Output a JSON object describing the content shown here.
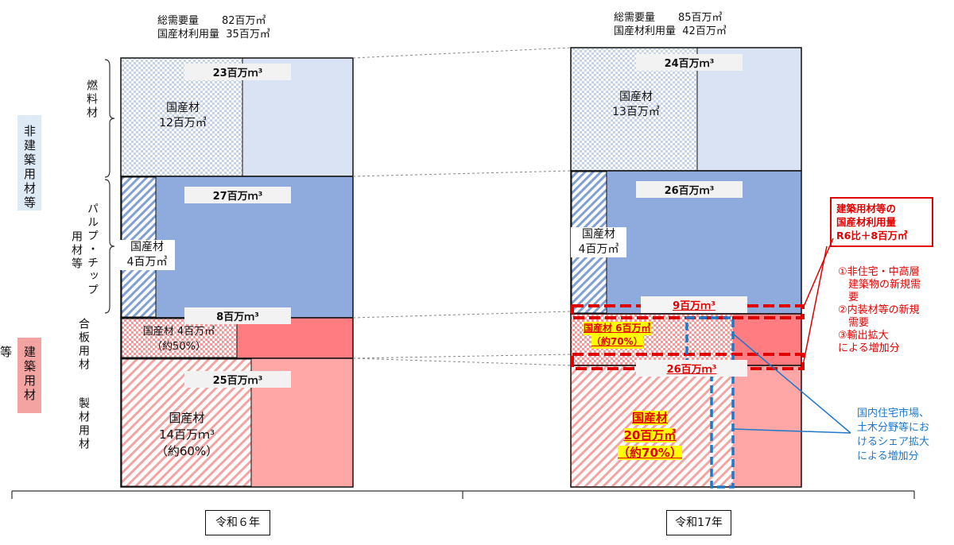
{
  "left": {
    "header": {
      "total_label": "総需要量",
      "total_value": "82百万㎥",
      "domestic_label": "国産材利用量",
      "domestic_value": "35百万㎥"
    },
    "segments": {
      "fuel": {
        "total": "23百万ｍ³",
        "domestic": "国産材\n12百万㎥"
      },
      "pulp": {
        "total": "27百万ｍ³",
        "domestic": "国産材\n4百万㎥"
      },
      "plywood": {
        "total": "8百万ｍ³",
        "domestic": "国産材 4百万㎥\n（約50%）"
      },
      "lumber": {
        "total": "25百万ｍ³",
        "domestic": "国産材\n14百万ｍ³\n（約60%）"
      }
    },
    "year": "令和６年"
  },
  "right": {
    "header": {
      "total_label": "総需要量",
      "total_value": "85百万㎥",
      "domestic_label": "国産材利用量",
      "domestic_value": "42百万㎥"
    },
    "segments": {
      "fuel": {
        "total": "24百万ｍ³",
        "domestic": "国産材\n13百万㎥"
      },
      "pulp": {
        "total": "26百万ｍ³",
        "domestic": "国産材\n4百万㎥"
      },
      "plywood": {
        "total": "9百万ｍ³",
        "domestic_1": "国産材 6百万㎥",
        "domestic_2": "（約70%）"
      },
      "lumber": {
        "total": "26百万ｍ³",
        "domestic_1": "国産材",
        "domestic_2": "20百万㎥",
        "domestic_3": "（約70%）"
      }
    },
    "year": "令和17年"
  },
  "categories": {
    "fuel": "燃料材",
    "pulp_1": "パルプ・チップ",
    "pulp_2": "用材等",
    "plywood": "合板用材",
    "lumber": "製材用材"
  },
  "groups": {
    "non_building": "非建築用材等",
    "building": "建築用材等"
  },
  "annotations": {
    "box": "建築用材等の\n国産材利用量\nR6比＋8百万㎥",
    "red_note": "①非住宅・中高層\n　建築物の新規需\n　要\n②内装材等の新規\n　需要\n③輸出拡大\nによる増加分",
    "blue_note": "国内住宅市場、\n土木分野等にお\nけるシェア拡大\nによる増加分"
  },
  "colors": {
    "fuel": "#dae3f3",
    "pulp": "#8faadc",
    "plywood": "#ff7c80",
    "lumber": "#ffa7a7",
    "red": "#e00000",
    "blue": "#1f78c8"
  }
}
